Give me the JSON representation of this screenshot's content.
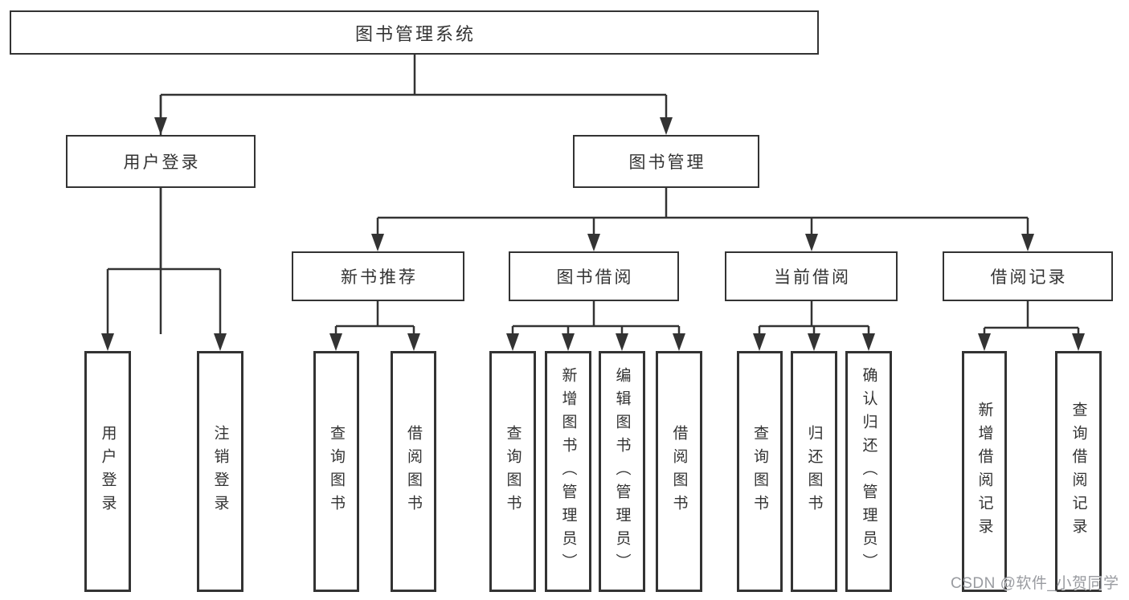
{
  "diagram": {
    "title": "图书管理系统",
    "branches": [
      {
        "label": "用户登录",
        "leaves": [
          "用户登录",
          "注销登录"
        ]
      },
      {
        "label": "图书管理",
        "sections": [
          {
            "label": "新书推荐",
            "leaves": [
              "查询图书",
              "借阅图书"
            ]
          },
          {
            "label": "图书借阅",
            "leaves": [
              "查询图书",
              "新增图书（管理员）",
              "编辑图书（管理员）",
              "借阅图书"
            ]
          },
          {
            "label": "当前借阅",
            "leaves": [
              "查询图书",
              "归还图书",
              "确认归还（管理员）"
            ]
          },
          {
            "label": "借阅记录",
            "leaves": [
              "新增借阅记录",
              "查询借阅记录"
            ]
          }
        ]
      }
    ]
  },
  "watermark": "CSDN @软件_小贺同学",
  "colors": {
    "line": "#333333",
    "box_border": "#333333",
    "text": "#333333",
    "background": "#ffffff",
    "watermark": "#94969b"
  }
}
